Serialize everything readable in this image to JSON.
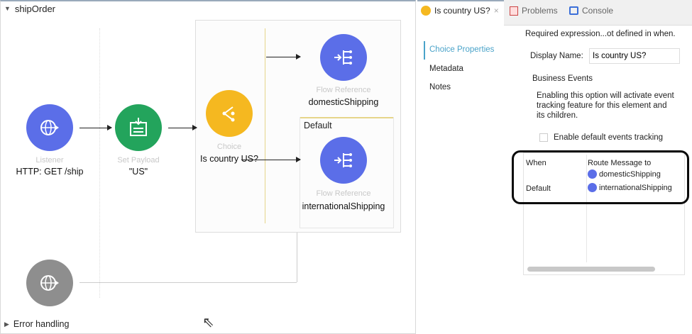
{
  "flow": {
    "title": "shipOrder",
    "listener": {
      "type": "Listener",
      "name": "HTTP: GET /ship"
    },
    "set_payload": {
      "type": "Set Payload",
      "name": "\"US\""
    },
    "choice": {
      "type": "Choice",
      "name": "Is country US?"
    },
    "domestic": {
      "type": "Flow Reference",
      "name": "domesticShipping"
    },
    "default_label": "Default",
    "international": {
      "type": "Flow Reference",
      "name": "internationalShipping"
    },
    "error_handling": "Error handling"
  },
  "tabs": [
    {
      "label": "Is country US?",
      "close": "×"
    },
    {
      "label": "Problems"
    },
    {
      "label": "Console"
    }
  ],
  "sidebar": {
    "items": [
      {
        "label": "Choice Properties"
      },
      {
        "label": "Metadata"
      },
      {
        "label": "Notes"
      }
    ]
  },
  "properties": {
    "warning": "Required expression...ot defined in when.",
    "display_name_label": "Display Name:",
    "display_name_value": "Is country US?",
    "business_events_title": "Business Events",
    "business_events_desc": "Enabling this option will activate event tracking feature for this element and its children.",
    "checkbox_label": "Enable default events tracking",
    "table": {
      "headers": [
        "When",
        "Route Message to"
      ],
      "rows": [
        {
          "when": "",
          "route": "domesticShipping"
        },
        {
          "when": "Default",
          "route": "internationalShipping"
        }
      ]
    }
  },
  "colors": {
    "listener": "#5b6ee8",
    "set_payload": "#23a45c",
    "choice": "#f5b820",
    "flow_ref": "#5b6ee8",
    "error": "#8e8e8e",
    "highlight": "#0a0a0a"
  }
}
